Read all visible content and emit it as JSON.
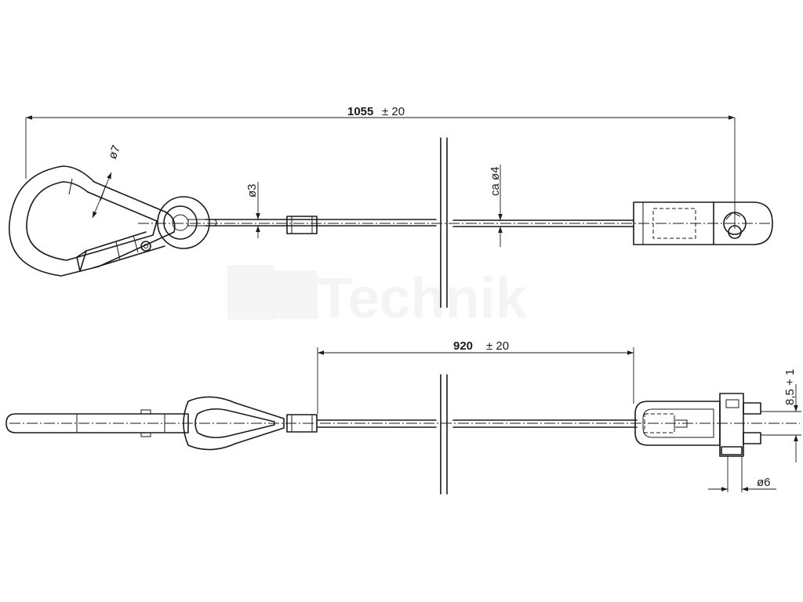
{
  "top_view": {
    "overall_length": {
      "value": "1055",
      "tolerance": "± 20"
    },
    "carabiner_dia": "ø7",
    "cable_dia": "ø3",
    "sleeve_dia": "ca ø4"
  },
  "side_view": {
    "cable_length": {
      "value": "920",
      "tolerance": "± 20"
    },
    "fork_offset": "8,5 + 1",
    "pin_dia": "ø6"
  }
}
